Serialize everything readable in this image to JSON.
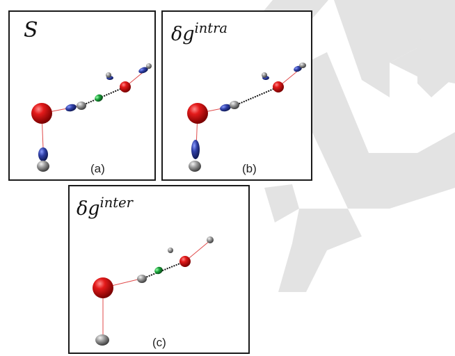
{
  "panels": {
    "a": {
      "math_label": "S",
      "sub_label": "(a)"
    },
    "b": {
      "math_prefix": "δg",
      "math_sup": "intra",
      "sub_label": "(b)"
    },
    "c": {
      "math_prefix": "δg",
      "math_sup": "inter",
      "sub_label": "(c)"
    }
  },
  "colors": {
    "oxygen": "#d40f0f",
    "hydrogen": "#8a8a8a",
    "negative_lobe": "#2f3fa6",
    "positive_lobe": "#1aa33a",
    "bond": "#e04a4a",
    "hbond": "#111111",
    "frame": "#1a1a1a",
    "watermark": "#e3e3e3"
  }
}
